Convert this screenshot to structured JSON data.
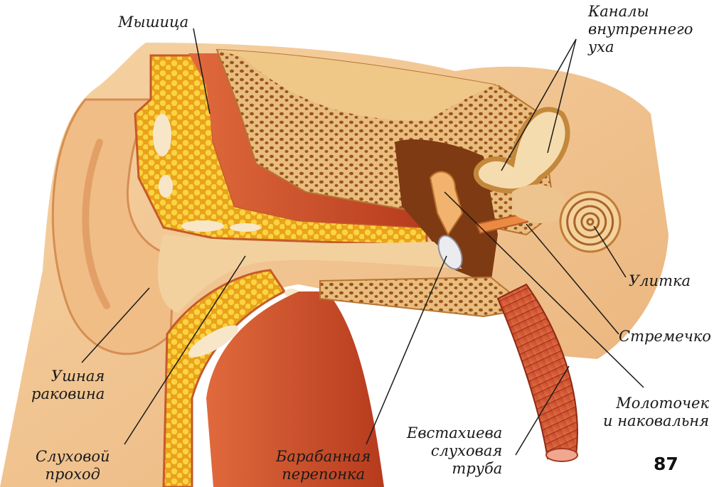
{
  "labels": {
    "muscle": "Мышица",
    "inner_canals": [
      "Каналы",
      "внутреннего",
      "уха"
    ],
    "cochlea": "Улитка",
    "stirrup": "Стремечко",
    "malleus_incus": [
      "Молоточек",
      "и наковальня"
    ],
    "eustachian": [
      "Евстахиева",
      "слуховая",
      "труба"
    ],
    "eardrum": [
      "Барабанная",
      "перепонка"
    ],
    "ear_canal": [
      "Слуховой",
      "проход"
    ],
    "auricle": [
      "Ушная",
      "раковина"
    ]
  },
  "page_number": "87",
  "colors": {
    "skin": "#f2c892",
    "skin_dark": "#e2a063",
    "muscle": "#d2542f",
    "muscle_dark": "#a83218",
    "fat": "#f6c21e",
    "bone": "#e7b877",
    "bone_pore": "#8f4d1c",
    "cartilage": "#f5e4c2",
    "cavity": "#7e3a12",
    "canal": "#f1d2a1"
  }
}
